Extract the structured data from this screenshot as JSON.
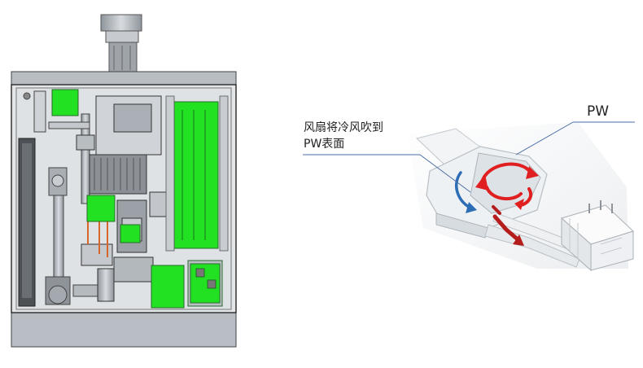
{
  "labels": {
    "pw": "PW",
    "caption_line1": "风扇将冷风吹到",
    "caption_line2": "PW表面"
  },
  "colors": {
    "board_green": "#22e022",
    "housing_gray": "#b9bec4",
    "arrow_red": "#e02020",
    "arrow_blue": "#2d6db5",
    "leader_line": "#4a6fa5"
  }
}
